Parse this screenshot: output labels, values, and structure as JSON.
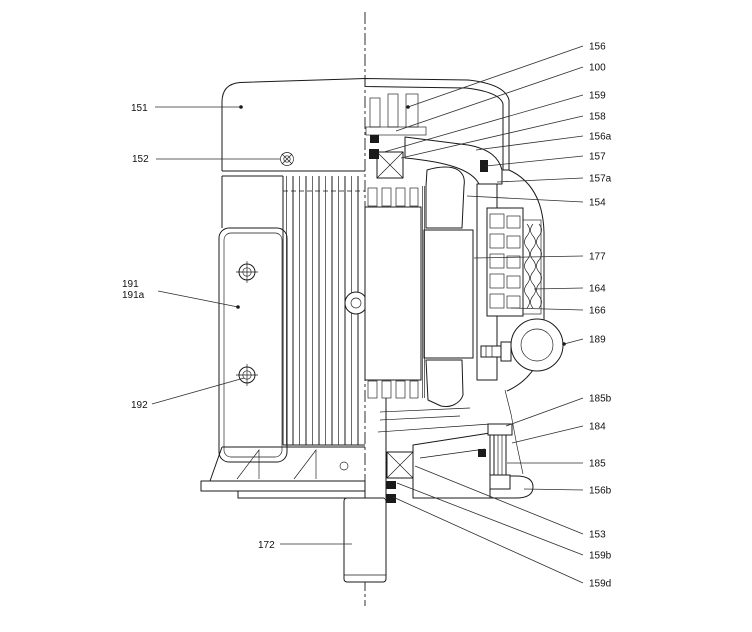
{
  "colors": {
    "ink": "#1a1a1a",
    "background": "#ffffff",
    "leader": "#2e2e2e"
  },
  "labels": {
    "l151": "151",
    "l152": "152",
    "l191": "191",
    "l191a": "191a",
    "l192": "192",
    "l172": "172",
    "l156": "156",
    "l100": "100",
    "l159": "159",
    "l158": "158",
    "l156a": "156a",
    "l157": "157",
    "l157a": "157a",
    "l154": "154",
    "l177": "177",
    "l164": "164",
    "l166": "166",
    "l189": "189",
    "l185b": "185b",
    "l184": "184",
    "l185": "185",
    "l156b": "156b",
    "l153": "153",
    "l159b": "159b",
    "l159d": "159d"
  }
}
